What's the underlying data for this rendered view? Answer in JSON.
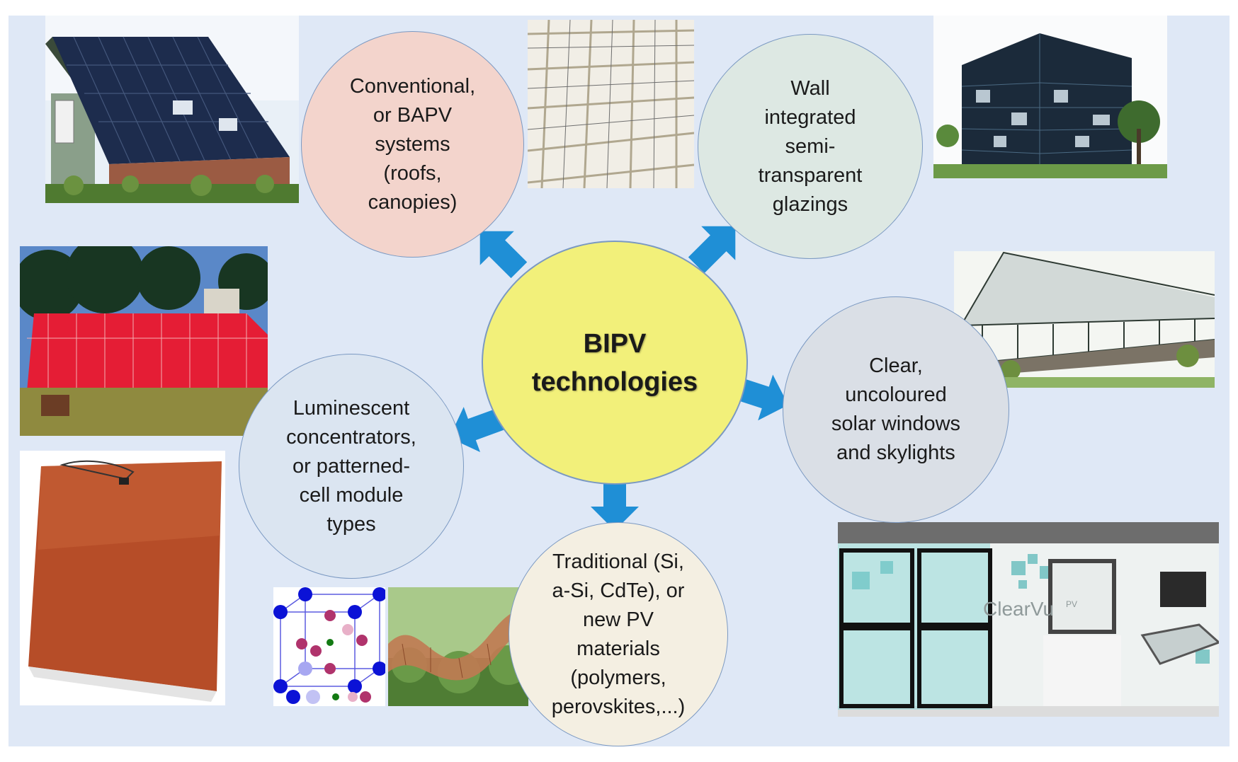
{
  "diagram": {
    "center": {
      "label": "BIPV\ntechnologies",
      "color": "#f2f07a"
    },
    "nodes": [
      {
        "id": "bapv",
        "label": "Conventional,\nor BAPV\nsystems\n(roofs,\ncanopies)",
        "color": "#f3d4cc"
      },
      {
        "id": "wall",
        "label": "Wall\nintegrated\nsemi-\ntransparent\nglazings",
        "color": "#dde8e3"
      },
      {
        "id": "clear",
        "label": "Clear,\nuncoloured\nsolar windows\nand skylights",
        "color": "#dadfe6"
      },
      {
        "id": "materials",
        "label": "Traditional (Si,\na-Si, CdTe), or\nnew PV\nmaterials\n(polymers,\nperovskites,...)",
        "color": "#f4efe2"
      },
      {
        "id": "luminescent",
        "label": "Luminescent\nconcentrators,\nor patterned-\ncell module\ntypes",
        "color": "#dbe5f1"
      }
    ],
    "arrow_color": "#1f8fd6",
    "photos": [
      "house-solar-roof",
      "solar-canopy",
      "glass-office-building",
      "greenhouse",
      "red-greenhouse",
      "luminescent-panel",
      "crystal-structure",
      "flexible-pv-film",
      "clearvu-pv-booth"
    ],
    "booth_brand": "ClearVu",
    "booth_brand_suffix": "PV"
  }
}
